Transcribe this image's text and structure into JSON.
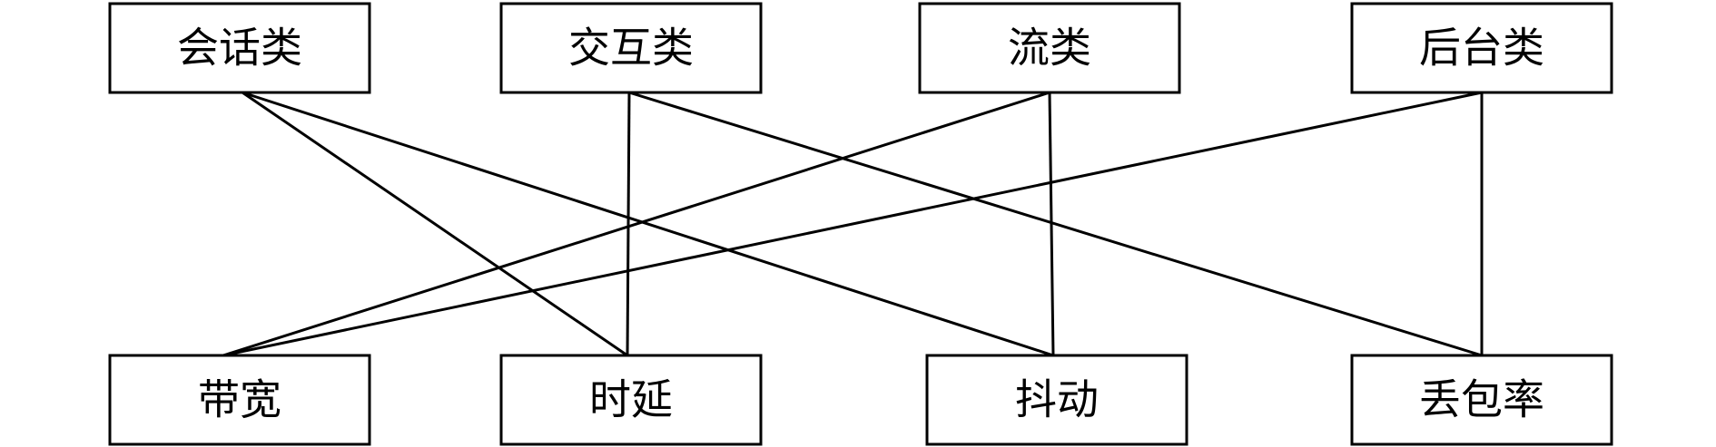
{
  "diagram": {
    "type": "bipartite-mapping",
    "line_color": "#000000",
    "box_fill": "#ffffff",
    "top_nodes": [
      {
        "id": "session",
        "label": "会话类"
      },
      {
        "id": "interactive",
        "label": "交互类"
      },
      {
        "id": "streaming",
        "label": "流类"
      },
      {
        "id": "background",
        "label": "后台类"
      }
    ],
    "bottom_nodes": [
      {
        "id": "bandwidth",
        "label": "带宽"
      },
      {
        "id": "delay",
        "label": "时延"
      },
      {
        "id": "jitter",
        "label": "抖动"
      },
      {
        "id": "loss",
        "label": "丢包率"
      }
    ],
    "edges": [
      {
        "from": "session",
        "to": "delay"
      },
      {
        "from": "session",
        "to": "jitter"
      },
      {
        "from": "interactive",
        "to": "delay"
      },
      {
        "from": "interactive",
        "to": "loss"
      },
      {
        "from": "streaming",
        "to": "bandwidth"
      },
      {
        "from": "streaming",
        "to": "jitter"
      },
      {
        "from": "background",
        "to": "bandwidth"
      },
      {
        "from": "background",
        "to": "loss"
      }
    ]
  }
}
